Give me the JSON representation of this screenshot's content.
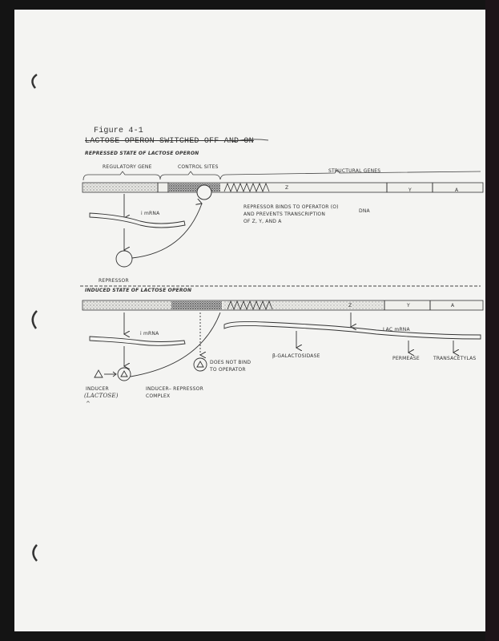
{
  "figure": {
    "number": "Figure 4-1",
    "title": "LACTOSE OPERON SWITCHED OFF AND ON"
  },
  "repressed": {
    "heading": "REPRESSED STATE OF LACTOSE OPERON",
    "regulatory_gene": "REGULATORY GENE",
    "control_sites": "CONTROL SITES",
    "structural_genes": "STRUCTURAL GENES",
    "gene_z": "Z",
    "gene_y": "Y",
    "gene_a": "A",
    "dna": "DNA",
    "imrna": "i mRNA",
    "repressor": "REPRESSOR",
    "note_lines": [
      "REPRESSOR BINDS TO OPERATOR (O)",
      "AND PREVENTS TRANSCRIPTION",
      "OF Z, Y, AND A"
    ]
  },
  "induced": {
    "heading": "INDUCED STATE OF LACTOSE OPERON",
    "gene_z": "Z",
    "gene_y": "Y",
    "gene_a": "A",
    "imrna": "i mRNA",
    "lac_mrna": "LAC mRNA",
    "inducer": "INDUCER",
    "inducer_handwritten": "(LACTOSE)",
    "caret": "^",
    "complex_line1": "INDUCER– REPRESSOR",
    "complex_line2": "COMPLEX",
    "not_bind_line1": "DOES NOT BIND",
    "not_bind_line2": "TO OPERATOR",
    "products": [
      "β-GALACTOSIDASE",
      "PERMEASE",
      "TRANSACETYLAS"
    ]
  }
}
